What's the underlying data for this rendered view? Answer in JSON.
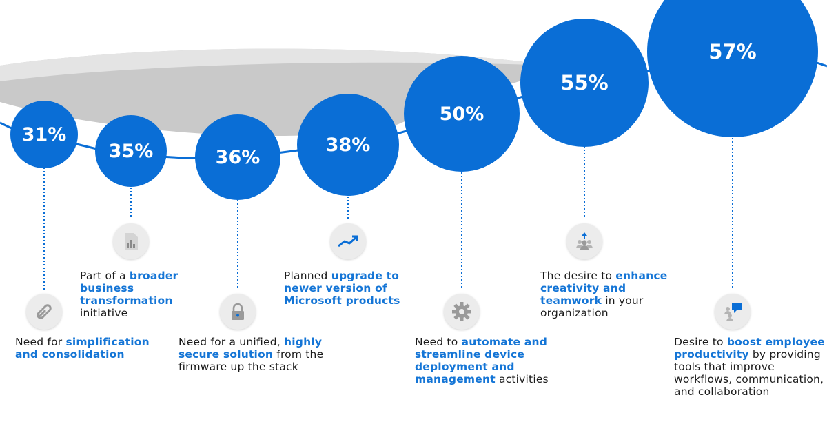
{
  "chart_data": {
    "type": "bubble-timeline",
    "unit": "%",
    "accent_color": "#0a6ed6",
    "highlight_color": "#1475d6",
    "items": [
      {
        "value": 31,
        "label": "31%",
        "icon": "link-icon",
        "caption": [
          {
            "text": "Need for "
          },
          {
            "text": "simplification and consolidation",
            "hl": true
          }
        ]
      },
      {
        "value": 35,
        "label": "35%",
        "icon": "document-chart-icon",
        "caption": [
          {
            "text": "Part of a "
          },
          {
            "text": "broader business transformation",
            "hl": true
          },
          {
            "text": " initiative"
          }
        ]
      },
      {
        "value": 36,
        "label": "36%",
        "icon": "lock-icon",
        "caption": [
          {
            "text": "Need for a unified, "
          },
          {
            "text": "highly secure solution",
            "hl": true
          },
          {
            "text": " from the firmware up the stack"
          }
        ]
      },
      {
        "value": 38,
        "label": "38%",
        "icon": "trend-arrow-icon",
        "caption": [
          {
            "text": "Planned "
          },
          {
            "text": "upgrade to newer version of Microsoft products",
            "hl": true
          }
        ]
      },
      {
        "value": 50,
        "label": "50%",
        "icon": "gear-icon",
        "caption": [
          {
            "text": "Need to "
          },
          {
            "text": "automate and streamline device deployment and management",
            "hl": true
          },
          {
            "text": " activities"
          }
        ]
      },
      {
        "value": 55,
        "label": "55%",
        "icon": "team-up-icon",
        "caption": [
          {
            "text": "The desire to "
          },
          {
            "text": "enhance creativity and teamwork",
            "hl": true
          },
          {
            "text": " in your organization"
          }
        ]
      },
      {
        "value": 57,
        "label": "57%",
        "icon": "chat-people-icon",
        "caption": [
          {
            "text": "Desire to "
          },
          {
            "text": "boost employee productivity",
            "hl": true
          },
          {
            "text": " by providing tools that improve workflows, communication, and collaboration"
          }
        ]
      }
    ]
  }
}
